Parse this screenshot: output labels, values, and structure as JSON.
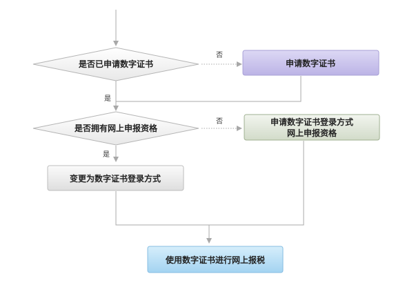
{
  "nodes": {
    "decision_cert": "是否已申请数字证书",
    "apply_cert": "申请数字证书",
    "decision_qualification": "是否拥有网上申报资格",
    "apply_login_line1": "申请数字证书登录方式",
    "apply_login_line2": "网上申报资格",
    "change_login": "变更为数字证书登录方式",
    "use_cert": "使用数字证书进行网上报税"
  },
  "edges": {
    "no_1": "否",
    "yes_1": "是",
    "no_2": "否",
    "yes_2": "是"
  },
  "colors": {
    "line": "#a8a8a8",
    "diamond_fill": "#f2f2f2",
    "purple_fill": "#c8c2ec",
    "green_fill": "#e0e6da",
    "gray_fill": "#ececec",
    "blue_fill": "#b9def5"
  }
}
